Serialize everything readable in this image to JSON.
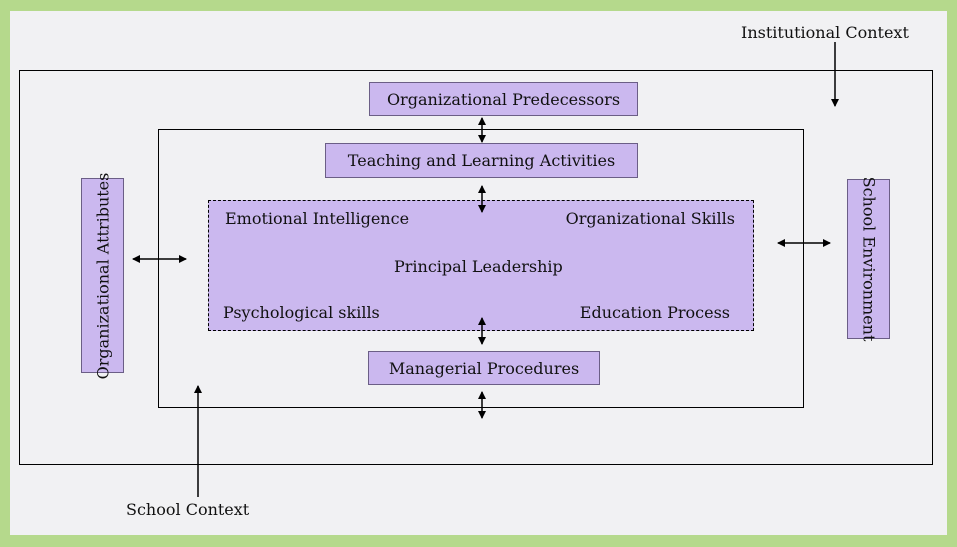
{
  "labels": {
    "institutional_context": "Institutional Context",
    "school_context": "School Context"
  },
  "boxes": {
    "organizational_predecessors": "Organizational Predecessors",
    "teaching_learning": "Teaching and Learning Activities",
    "managerial_procedures": "Managerial Procedures",
    "organizational_attributes": "Organizational Attributes",
    "school_environment": "School Environment"
  },
  "core": {
    "center": "Principal Leadership",
    "top_left": "Emotional Intelligence",
    "top_right": "Organizational Skills",
    "bottom_left": "Psychological skills",
    "bottom_right": "Education Process"
  },
  "colors": {
    "frame": "#b5d98c",
    "background": "#f1f1f3",
    "box_fill": "#cbb8ef",
    "line": "#000000"
  }
}
